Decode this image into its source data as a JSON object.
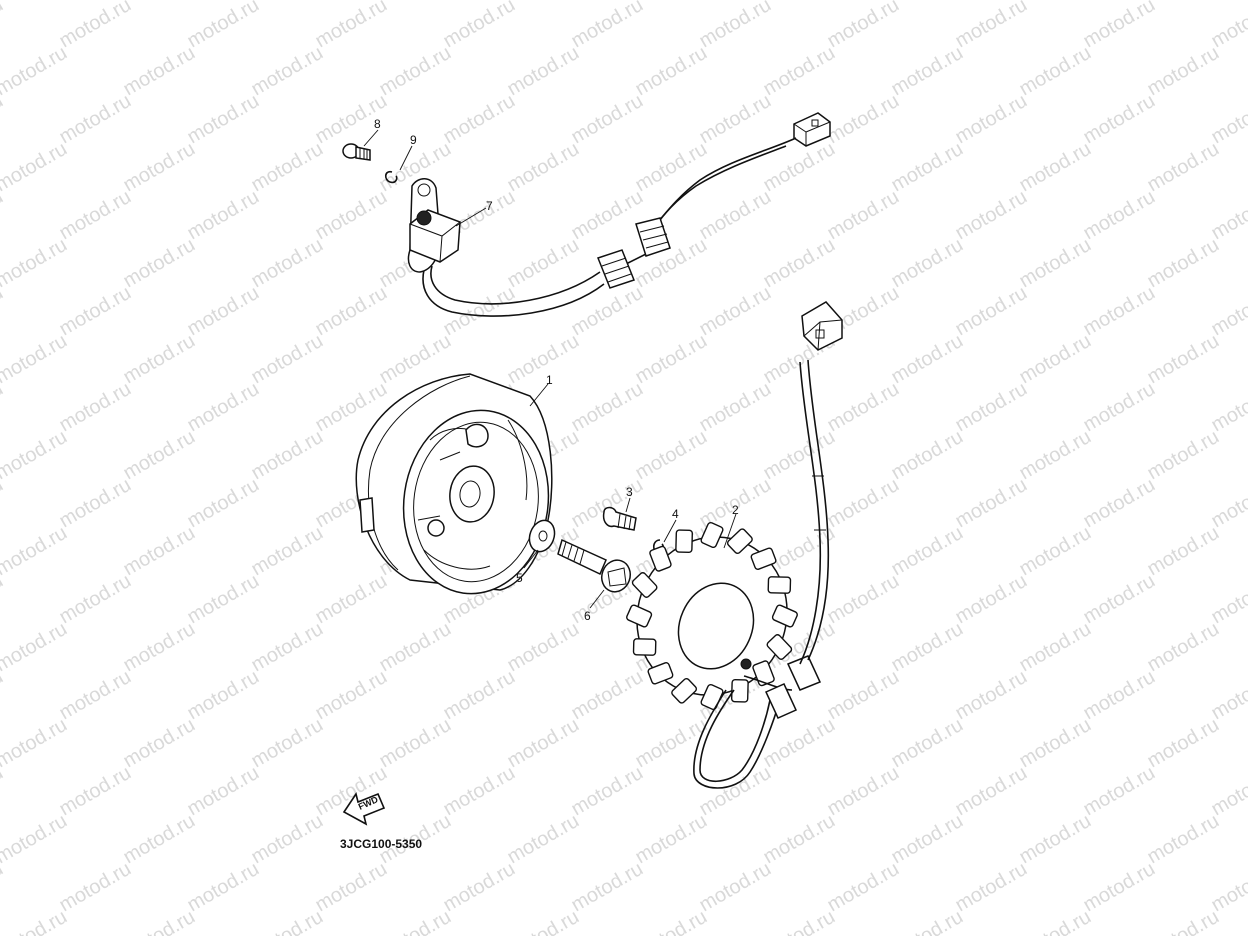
{
  "watermark": {
    "text": "motod.ru",
    "color": "#d9d9d9"
  },
  "parts": [
    {
      "id": "1",
      "name": "rotor-flywheel"
    },
    {
      "id": "2",
      "name": "stator-assembly"
    },
    {
      "id": "3",
      "name": "bolt"
    },
    {
      "id": "4",
      "name": "washer"
    },
    {
      "id": "5",
      "name": "washer"
    },
    {
      "id": "6",
      "name": "bolt"
    },
    {
      "id": "7",
      "name": "pickup-coil"
    },
    {
      "id": "8",
      "name": "screw"
    },
    {
      "id": "9",
      "name": "washer"
    }
  ],
  "labels": {
    "p1": "1",
    "p2": "2",
    "p3": "3",
    "p4": "4",
    "p5": "5",
    "p6": "6",
    "p7": "7",
    "p8": "8",
    "p9": "9"
  },
  "fwd_label": "FWD",
  "diagram_code": "3JCG100-5350",
  "icons": {
    "direction": "fwd-arrow-icon"
  }
}
